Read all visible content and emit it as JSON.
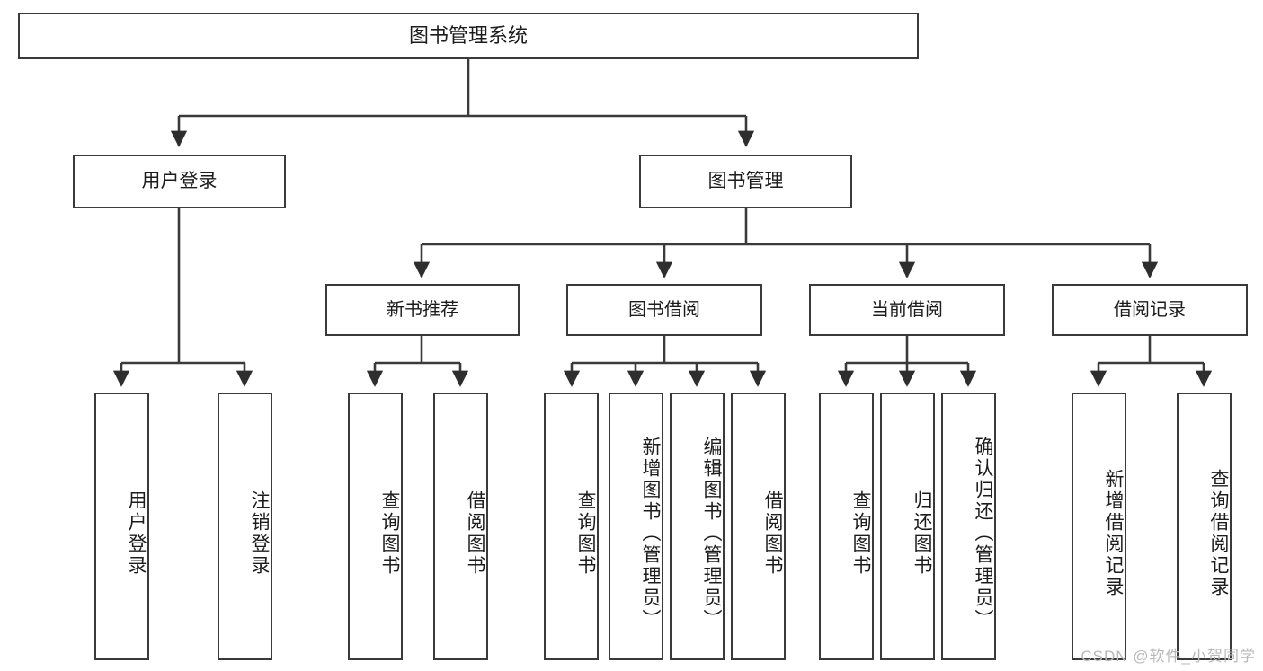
{
  "diagram": {
    "title": "图书管理系统",
    "watermark": "CSDN @软件_小贺同学",
    "style": {
      "box_border_color": "#3a3a3a",
      "box_fill_color": "#ffffff",
      "line_color": "#3a3a3a",
      "text_color": "#1c1c1c",
      "watermark_color": "#b9b9b9"
    },
    "root": {
      "label": "图书管理系统"
    },
    "level2": [
      {
        "label": "用户登录"
      },
      {
        "label": "图书管理"
      }
    ],
    "level3": [
      {
        "label": "新书推荐"
      },
      {
        "label": "图书借阅"
      },
      {
        "label": "当前借阅"
      },
      {
        "label": "借阅记录"
      }
    ],
    "leaves": {
      "user_login": [
        {
          "label": "用户登录"
        },
        {
          "label": "注销登录"
        }
      ],
      "new_book_recommend": [
        {
          "label": "查询图书"
        },
        {
          "label": "借阅图书"
        }
      ],
      "book_borrow": [
        {
          "label": "查询图书"
        },
        {
          "label": "新增图书（管理员）"
        },
        {
          "label": "编辑图书（管理员）"
        },
        {
          "label": "借阅图书"
        }
      ],
      "current_borrow": [
        {
          "label": "查询图书"
        },
        {
          "label": "归还图书"
        },
        {
          "label": "确认归还（管理员）"
        }
      ],
      "borrow_record": [
        {
          "label": "新增借阅记录"
        },
        {
          "label": "查询借阅记录"
        }
      ]
    }
  }
}
